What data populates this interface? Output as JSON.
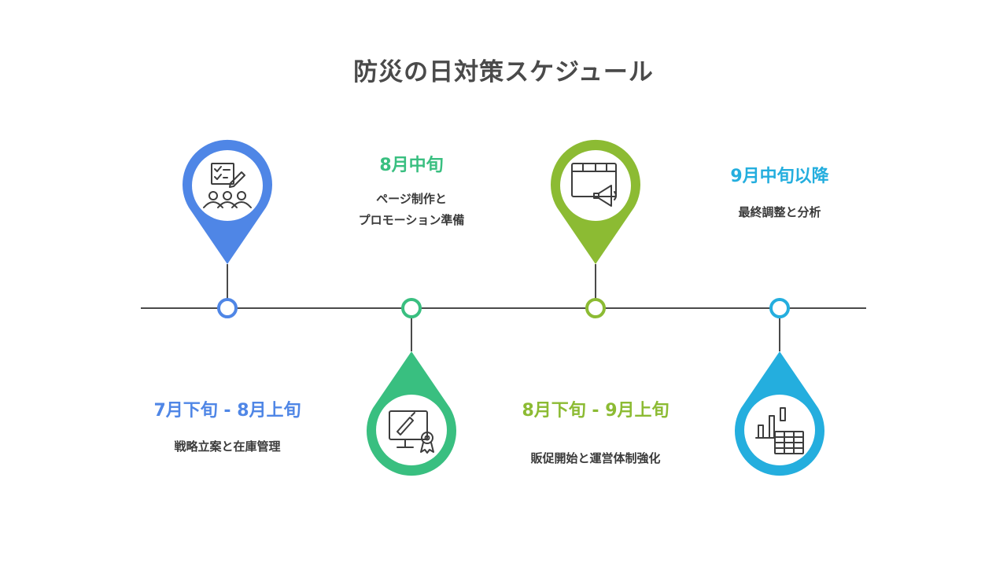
{
  "title": "防災の日対策スケジュール",
  "colors": {
    "blue": "#4f86e6",
    "teal": "#39bf80",
    "lime": "#8cbb33",
    "cyan": "#24aede",
    "line": "#4a4a4a"
  },
  "milestones": [
    {
      "period": "7月下旬 - 8月上旬",
      "description": "戦略立案と在庫管理",
      "icon": "planning-team-icon",
      "color": "#4f86e6"
    },
    {
      "period": "8月中旬",
      "description_lines": [
        "ページ制作と",
        "プロモーション準備"
      ],
      "icon": "design-award-icon",
      "color": "#39bf80"
    },
    {
      "period": "8月下旬 - 9月上旬",
      "description": "販促開始と運営体制強化",
      "icon": "calendar-megaphone-icon",
      "color": "#8cbb33"
    },
    {
      "period": "9月中旬以降",
      "description": "最終調整と分析",
      "icon": "chart-table-icon",
      "color": "#24aede"
    }
  ]
}
